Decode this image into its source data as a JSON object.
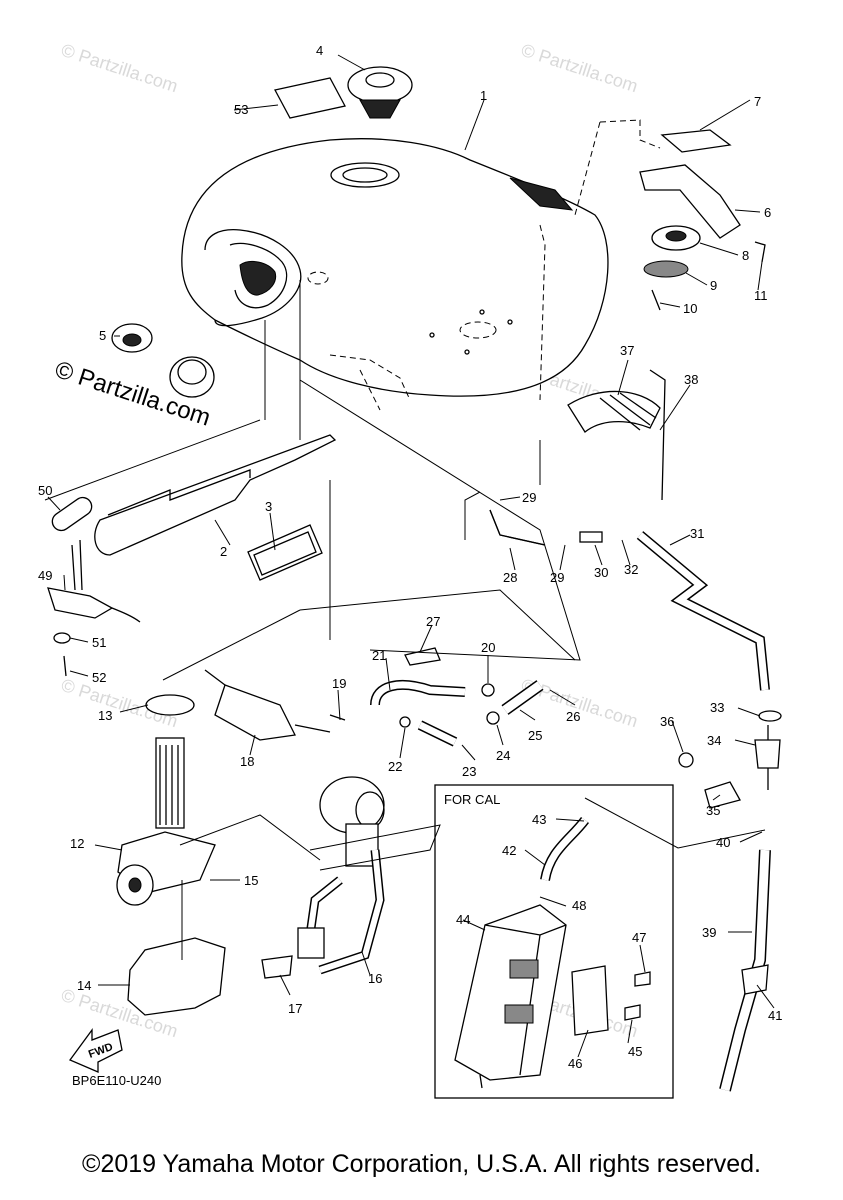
{
  "watermark_main": "© Partzilla.com",
  "watermark_faint": "© Partzilla.com",
  "inset_label": "FOR CAL",
  "fwd_label": "FWD",
  "diagram_code": "BP6E110-U240",
  "copyright": "©2019 Yamaha Motor Corporation, U.S.A. All rights reserved.",
  "callouts": [
    "1",
    "2",
    "3",
    "4",
    "5",
    "6",
    "7",
    "8",
    "9",
    "10",
    "11",
    "12",
    "13",
    "14",
    "15",
    "16",
    "17",
    "18",
    "19",
    "20",
    "21",
    "22",
    "23",
    "24",
    "25",
    "26",
    "27",
    "28",
    "29",
    "29",
    "30",
    "31",
    "32",
    "33",
    "34",
    "35",
    "36",
    "37",
    "38",
    "39",
    "40",
    "41",
    "42",
    "43",
    "44",
    "45",
    "46",
    "47",
    "48",
    "49",
    "50",
    "51",
    "52",
    "53"
  ]
}
